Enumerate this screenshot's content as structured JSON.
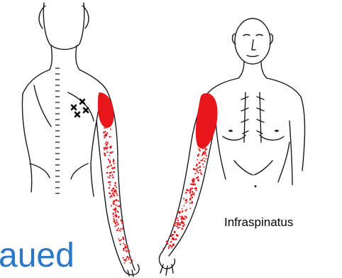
{
  "diagram": {
    "caption": "Infraspinatus",
    "title_fragment": "aued",
    "colors": {
      "outline": "#1a1a1a",
      "pain_area": "#e8161b",
      "trigger_point_marks": "#000000",
      "title_text": "#2a78c6"
    },
    "figures": [
      {
        "name": "back-view-figure",
        "trigger_point_count": 4
      },
      {
        "name": "front-view-figure"
      }
    ]
  }
}
